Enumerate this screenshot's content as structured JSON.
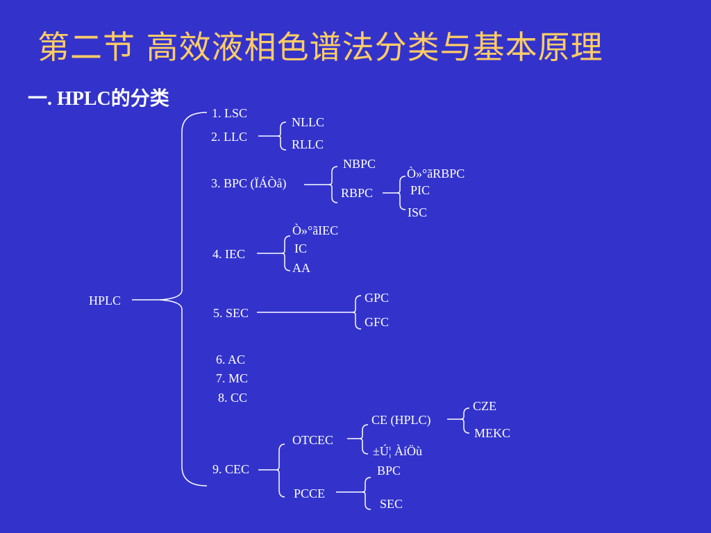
{
  "title": "第二节  高效液相色谱法分类与基本原理",
  "subtitle": "一.  HPLC的分类",
  "nodes": {
    "hplc": "HPLC",
    "lsc": "1. LSC",
    "llc": "2. LLC",
    "nllc": "NLLC",
    "rllc": "RLLC",
    "bpc": "3. BPC (ÏÁÒå)",
    "nbpc": "NBPC",
    "rbpc": "RBPC",
    "rbpc_general": "Ò»°ãRBPC",
    "pic": "PIC",
    "isc": "ISC",
    "iec": "4. IEC",
    "iec_general": "Ò»°ãIEC",
    "ic": "IC",
    "aa": "AA",
    "sec": "5. SEC",
    "gpc": "GPC",
    "gfc": "GFC",
    "ac": "6. AC",
    "mc": "7. MC",
    "cc": "8. CC",
    "cec": "9. CEC",
    "otcec": "OTCEC",
    "ce_hplc": "CE (HPLC)",
    "cze": "CZE",
    "mekc": "MEKC",
    "otcec_other": "±Ú¦ ÀíÖù",
    "pcce": "PCCE",
    "pcce_bpc": "BPC",
    "pcce_sec": "SEC"
  }
}
